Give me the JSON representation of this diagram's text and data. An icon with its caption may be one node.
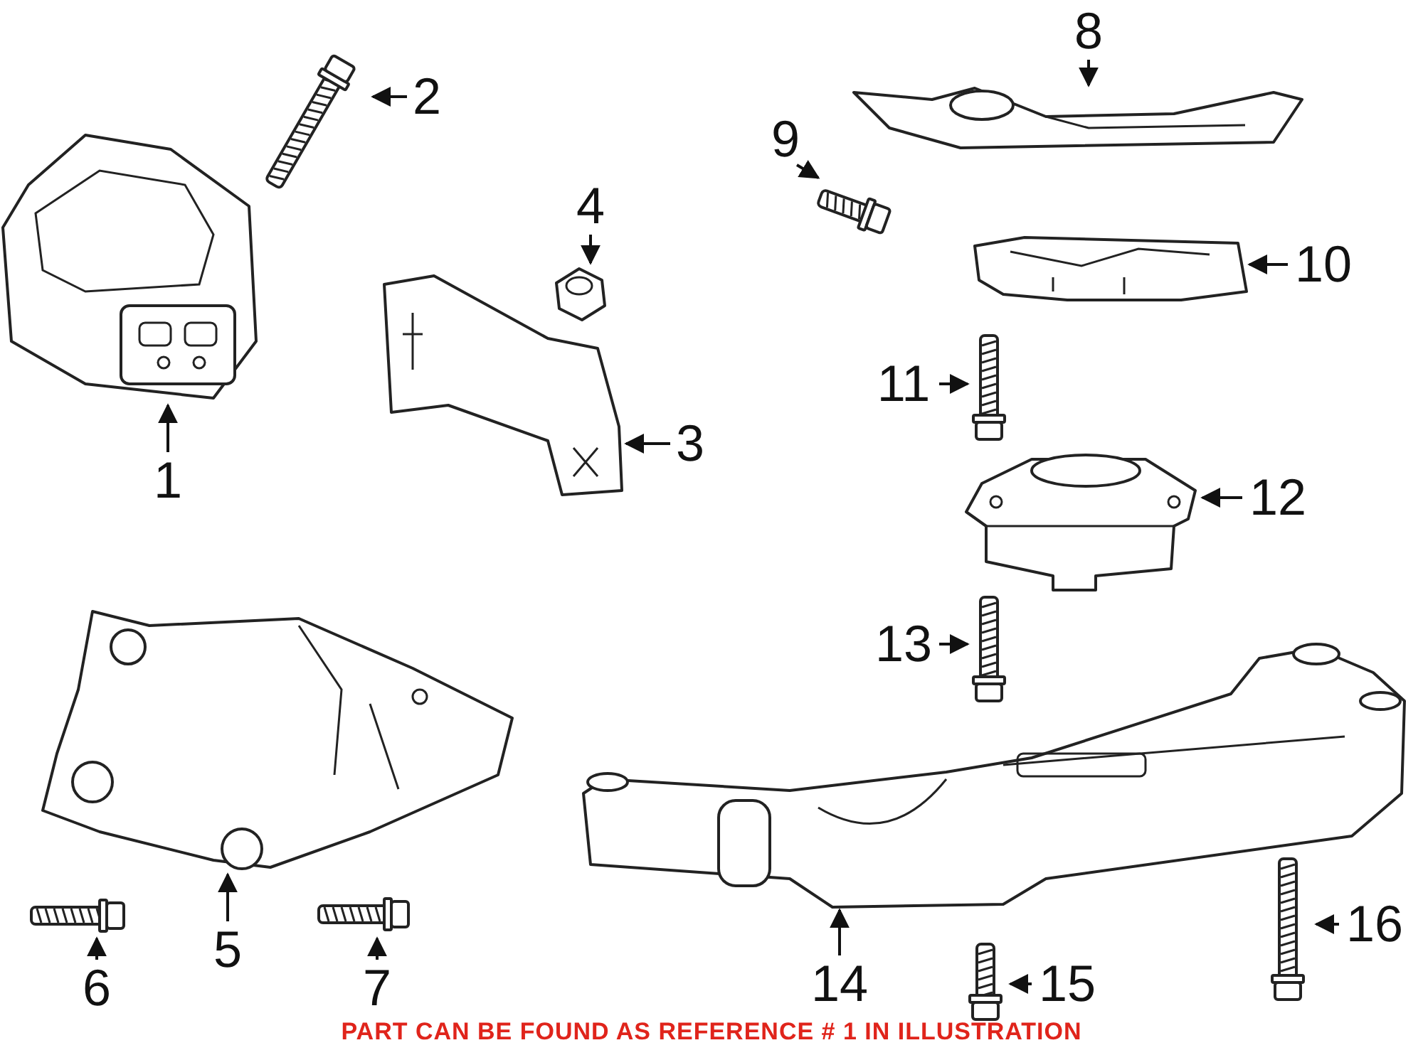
{
  "diagram": {
    "nodes": [
      {
        "text": [
          "1"
        ]
      },
      {
        "text": [
          "2"
        ]
      },
      {
        "text": [
          "3"
        ]
      },
      {
        "text": [
          "4"
        ]
      },
      {
        "text": [
          "5"
        ]
      },
      {
        "text": [
          "6"
        ]
      },
      {
        "text": [
          "7"
        ]
      },
      {
        "text": [
          "8"
        ]
      },
      {
        "text": [
          "9"
        ]
      },
      {
        "text": [
          "10"
        ]
      },
      {
        "text": [
          "11"
        ]
      },
      {
        "text": [
          "12"
        ]
      },
      {
        "text": [
          "13"
        ]
      },
      {
        "text": [
          "14"
        ]
      },
      {
        "text": [
          "15"
        ]
      },
      {
        "text": [
          "16"
        ]
      },
      {
        "text": [],
        "shape": "picture"
      },
      {
        "text": [],
        "shape": "picture"
      },
      {
        "text": [],
        "shape": "picture"
      },
      {
        "text": [],
        "shape": "picture"
      },
      {
        "text": [],
        "shape": "picture"
      },
      {
        "text": [],
        "shape": "picture"
      },
      {
        "text": [],
        "shape": "picture"
      },
      {
        "text": [],
        "shape": "picture"
      },
      {
        "text": [],
        "shape": "picture"
      },
      {
        "text": [],
        "shape": "picture"
      },
      {
        "text": [],
        "shape": "picture"
      },
      {
        "text": [],
        "shape": "picture"
      },
      {
        "text": [],
        "shape": "picture"
      },
      {
        "text": [],
        "shape": "picture"
      },
      {
        "text": [],
        "shape": "picture"
      },
      {
        "text": [],
        "shape": "picture"
      }
    ],
    "edges": [
      {
        "from": 0,
        "to": 16,
        "arrow": "to"
      },
      {
        "from": 1,
        "to": 17,
        "arrow": "to"
      },
      {
        "from": 2,
        "to": 18,
        "arrow": "to"
      },
      {
        "from": 3,
        "to": 19,
        "arrow": "to"
      },
      {
        "from": 4,
        "to": 20,
        "arrow": "to"
      },
      {
        "from": 5,
        "to": 21,
        "arrow": "to"
      },
      {
        "from": 6,
        "to": 22,
        "arrow": "to"
      },
      {
        "from": 7,
        "to": 23,
        "arrow": "to"
      },
      {
        "from": 8,
        "to": 24,
        "arrow": "to"
      },
      {
        "from": 9,
        "to": 25,
        "arrow": "to"
      },
      {
        "from": 10,
        "to": 26,
        "arrow": "to"
      },
      {
        "from": 11,
        "to": 27,
        "arrow": "to"
      },
      {
        "from": 12,
        "to": 28,
        "arrow": "to"
      },
      {
        "from": 13,
        "to": 29,
        "arrow": "to"
      },
      {
        "from": 14,
        "to": 30,
        "arrow": "to"
      },
      {
        "from": 15,
        "to": 31,
        "arrow": "to"
      }
    ],
    "labels": [
      "PART CAN BE FOUND AS REFERENCE # 1 IN ILLUSTRATION"
    ]
  }
}
